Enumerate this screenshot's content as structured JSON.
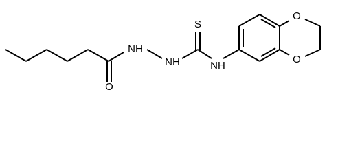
{
  "structure": {
    "atoms": {
      "oxygen_carbonyl": "O",
      "nh_hydrazide_1": "NH",
      "nh_hydrazide_2": "NH",
      "sulfur": "S",
      "nh_aryl": "NH",
      "oxygen_ring_top": "O",
      "oxygen_ring_bottom": "O"
    },
    "colors": {
      "bond": "#000000",
      "label": "#000000",
      "background": "#ffffff"
    }
  }
}
